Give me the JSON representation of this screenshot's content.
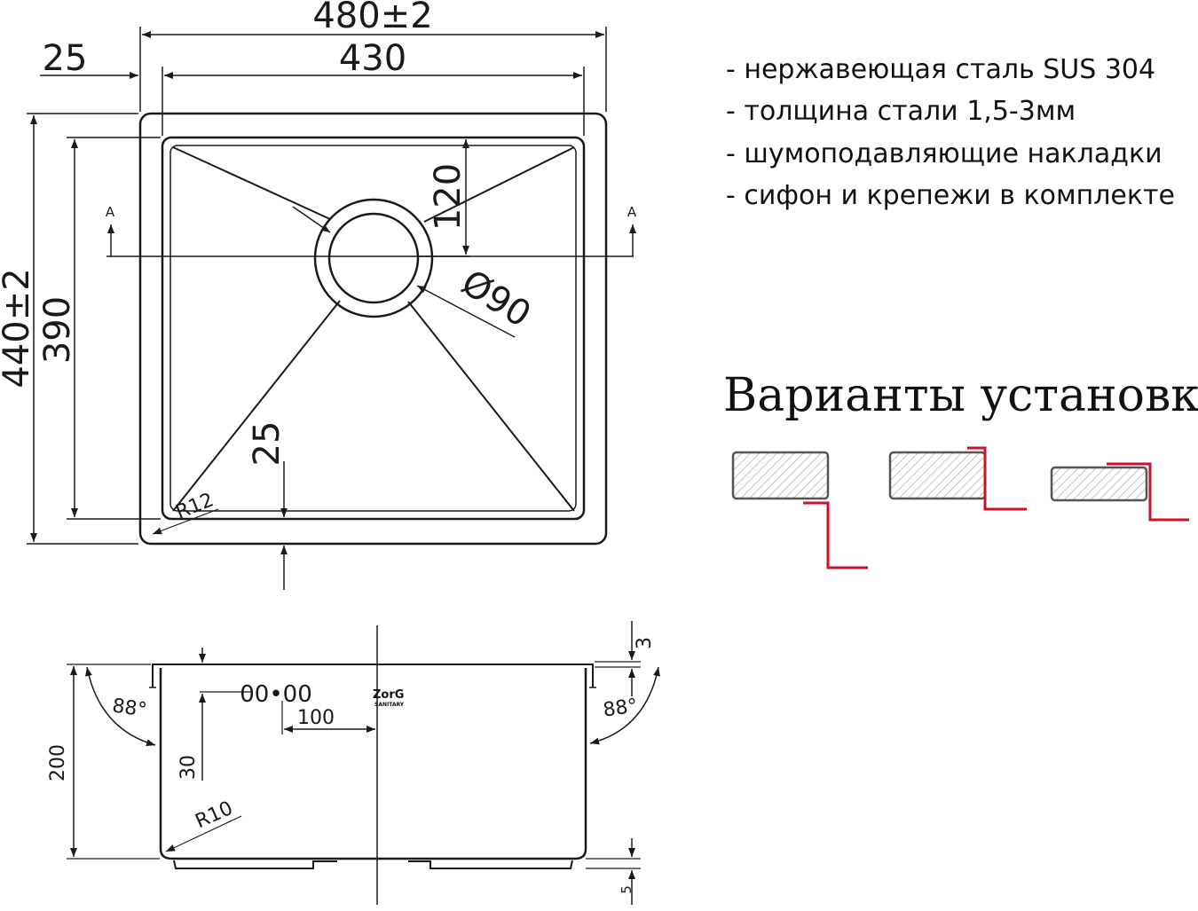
{
  "plan_dims": {
    "width_outer": "480±2",
    "width_inner": "430",
    "rim": "25",
    "height_outer": "440±2",
    "height_inner": "390",
    "drain_offset": "120",
    "drain_diameter": "Ø90",
    "bottom_rim": "25",
    "corner_radius": "R12",
    "section_mark": "A"
  },
  "section_dims": {
    "depth": "200",
    "overflow_height": "30",
    "overflow_offset": "100",
    "flange": "3",
    "bottom_gap": "5",
    "wall_angle": "88°",
    "inner_radius": "R10"
  },
  "overflow_slots": "00•00",
  "logo": {
    "name": "ZorG",
    "sub": "SANITARY"
  },
  "features": [
    "- нержавеющая сталь SUS 304",
    "- толщина стали 1,5-3мм",
    "- шумоподавляющие накладки",
    "- сифон и крепежи в комплекте"
  ],
  "install_title": "Варианты установки",
  "colors": {
    "line": "#1a1a1a",
    "accent": "#d0102a"
  }
}
